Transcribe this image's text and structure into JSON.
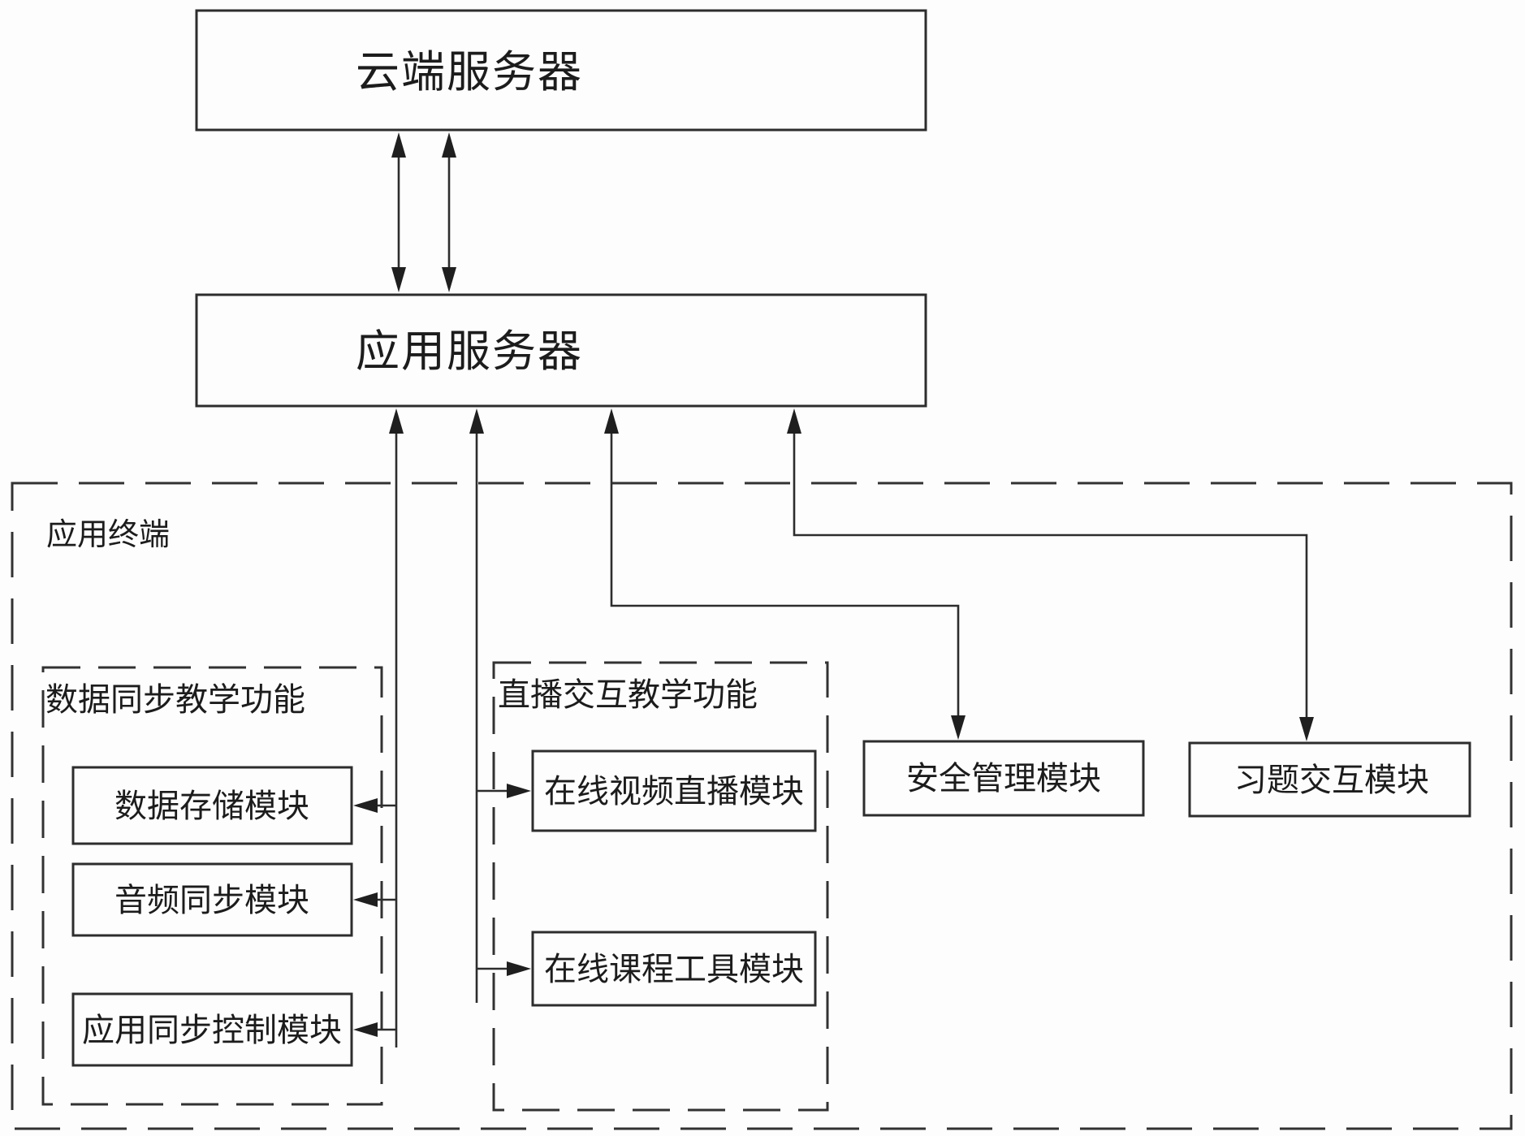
{
  "nodes": {
    "cloud_server": "云端服务器",
    "app_server": "应用服务器",
    "terminal": "应用终端",
    "group_data_sync": "数据同步教学功能",
    "module_data_storage": "数据存储模块",
    "module_audio_sync": "音频同步模块",
    "module_app_sync_control": "应用同步控制模块",
    "group_live_interactive": "直播交互教学功能",
    "module_online_video_live": "在线视频直播模块",
    "module_online_course_tools": "在线课程工具模块",
    "module_security_management": "安全管理模块",
    "module_exercise_interaction": "习题交互模块"
  },
  "colors": {
    "line": "#2d2d2d",
    "text": "#1c1c1c",
    "background": "#fdfdfd"
  }
}
